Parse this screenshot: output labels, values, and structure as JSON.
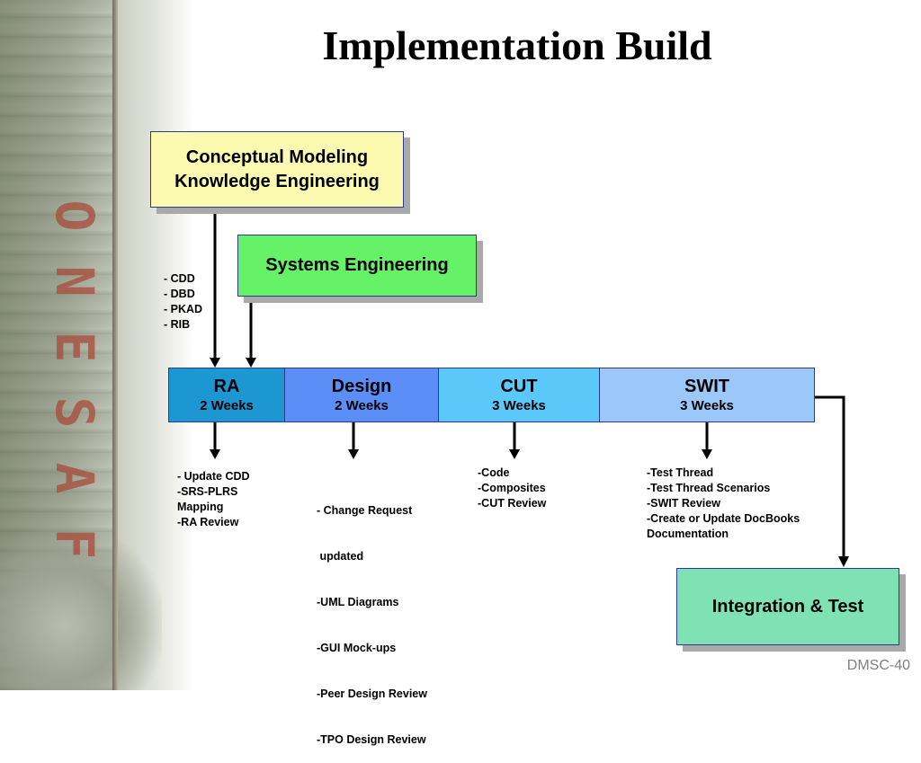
{
  "title": "Implementation Build",
  "side_text": [
    "O",
    "N",
    "E",
    "S",
    "A",
    "F"
  ],
  "boxes": {
    "conceptual": [
      "Conceptual Modeling",
      "Knowledge Engineering"
    ],
    "systems": "Systems Engineering",
    "integration": "Integration & Test"
  },
  "phases": [
    {
      "name": "RA",
      "duration": "2 Weeks"
    },
    {
      "name": "Design",
      "duration": "2 Weeks"
    },
    {
      "name": "CUT",
      "duration": "3 Weeks"
    },
    {
      "name": "SWIT",
      "duration": "3 Weeks"
    }
  ],
  "inputs_list": [
    "- CDD",
    "- DBD",
    "- PKAD",
    "- RIB"
  ],
  "outputs": {
    "ra": [
      "- Update CDD",
      "-SRS-PLRS",
      "Mapping",
      "-RA Review"
    ],
    "design": [
      "- Change Request",
      " updated",
      "-UML Diagrams",
      "-GUI Mock-ups",
      "-Peer Design Review",
      "-TPO Design Review"
    ],
    "cut": [
      "-Code",
      "-Composites",
      "-CUT Review"
    ],
    "swit": [
      "-Test Thread",
      "-Test Thread Scenarios",
      "-SWIT Review",
      "-Create or Update DocBooks",
      "Documentation"
    ]
  },
  "footer": "DMSC-40",
  "colors": {
    "conceptual_fill": "#fbfab0",
    "systems_fill": "#66f266",
    "integration_fill": "#7ee2b4",
    "ra_fill": "#1c97d2",
    "design_fill": "#5b8ef7",
    "cut_fill": "#5ac8f8",
    "swit_fill": "#9cc8f9",
    "border": "#2b3a8f",
    "side_text": "#a84a3a"
  }
}
